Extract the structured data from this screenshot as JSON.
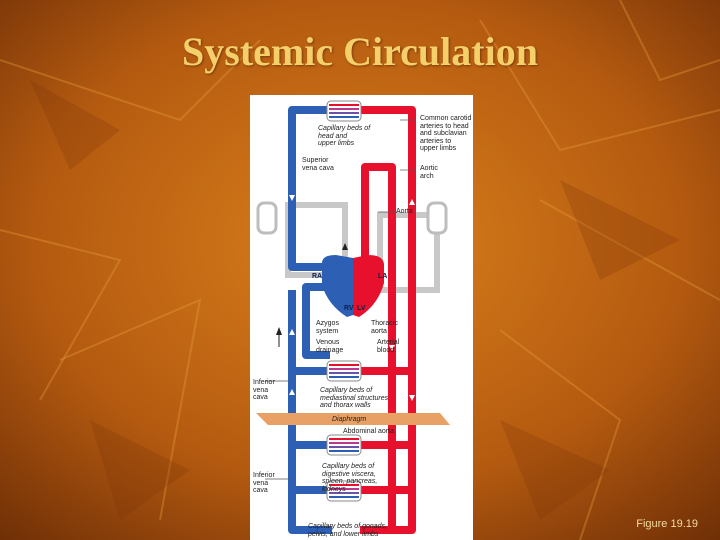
{
  "slide": {
    "title": "Systemic Circulation",
    "figure_caption": "Figure 19.19"
  },
  "diagram": {
    "labels": {
      "capillary_head": "Capillary beds of\nhead and\nupper limbs",
      "superior_vena_cava": "Superior\nvena cava",
      "common_carotid": "Common carotid\narteries to head\nand subclavian\narteries to\nupper limbs",
      "aortic_arch": "Aortic\narch",
      "aorta": "Aorta",
      "azygos": "Azygos\nsystem",
      "thoracic_aorta": "Thoracic\naorta",
      "venous_drainage": "Venous\ndrainage",
      "arterial_blood": "Arterial\nblood",
      "capillary_mediastinal": "Capillary beds of\nmediastinal structures\nand thorax walls",
      "diaphragm": "Diaphragm",
      "abdominal_aorta": "Abdominal aorta",
      "ivc_upper": "Inferior\nvena\ncava",
      "ivc_lower": "Inferior\nvena\ncava",
      "capillary_digestive": "Capillary beds of\ndigestive viscera,\nspleen, pancreas,\nkidneys",
      "capillary_gonads": "Capillary beds of gonads,\npelvis, and lower limbs"
    },
    "chambers": {
      "ra": "RA",
      "la": "LA",
      "rv": "RV",
      "lv": "LV"
    },
    "colors": {
      "oxygenated": "#e8112d",
      "deoxygenated": "#2d5fb5",
      "pulmonary": "#c8c8c8",
      "diaphragm": "#e8a065"
    }
  }
}
